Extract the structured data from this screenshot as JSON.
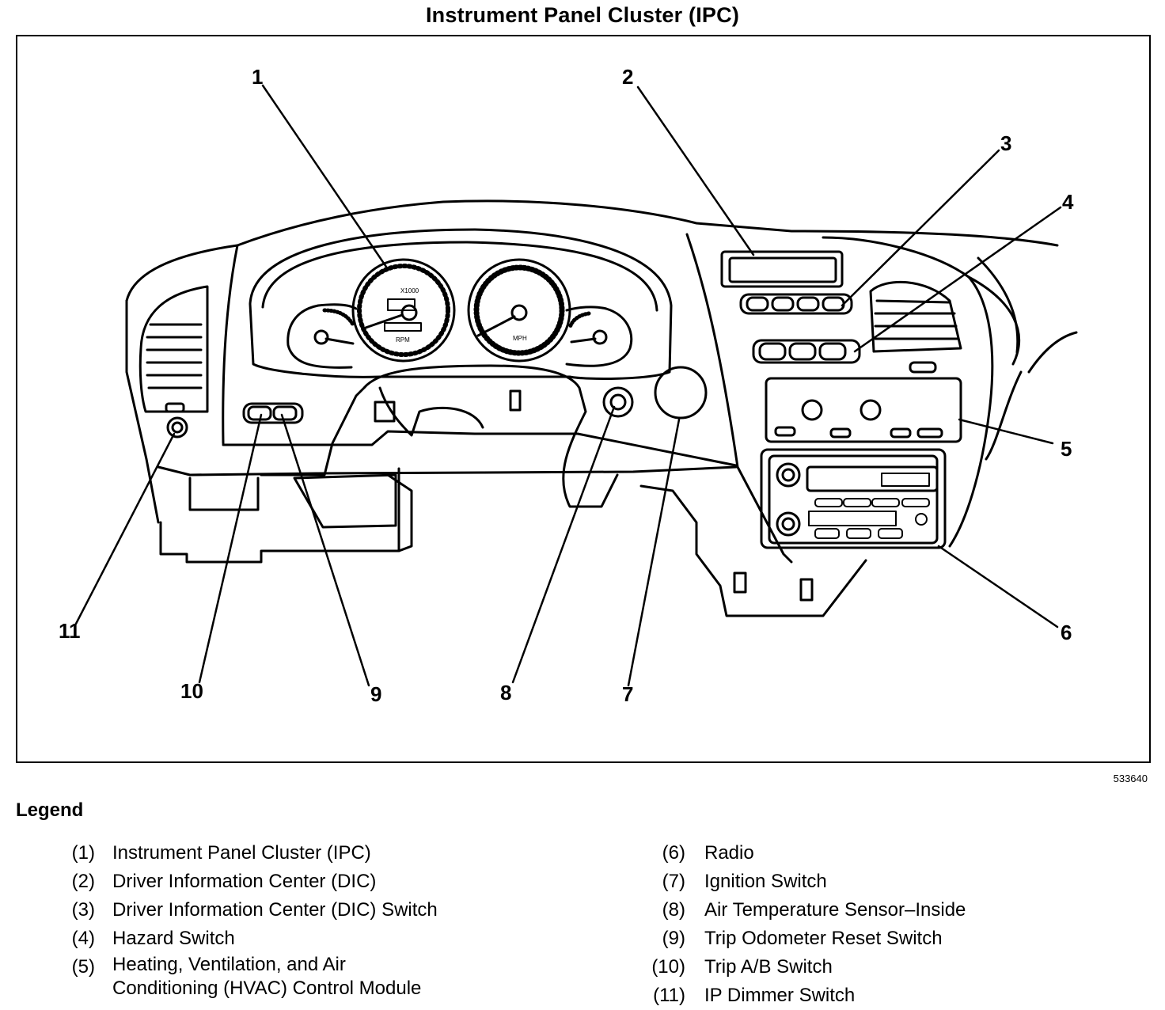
{
  "title": "Instrument Panel Cluster (IPC)",
  "figure_code": "533640",
  "callouts": [
    "1",
    "2",
    "3",
    "4",
    "5",
    "6",
    "7",
    "8",
    "9",
    "10",
    "11"
  ],
  "gauge_text": {
    "tach_scale": "X1000",
    "tach_unit": "RPM",
    "speedo_unit": "MPH"
  },
  "legend": {
    "title": "Legend",
    "left": [
      {
        "num": "(1)",
        "text": "Instrument Panel Cluster (IPC)"
      },
      {
        "num": "(2)",
        "text": "Driver Information Center (DIC)"
      },
      {
        "num": "(3)",
        "text": "Driver Information Center (DIC) Switch"
      },
      {
        "num": "(4)",
        "text": "Hazard Switch"
      },
      {
        "num": "(5)",
        "text": "Heating, Ventilation, and Air\nConditioning (HVAC) Control Module"
      }
    ],
    "right": [
      {
        "num": "(6)",
        "text": "Radio"
      },
      {
        "num": "(7)",
        "text": "Ignition Switch"
      },
      {
        "num": "(8)",
        "text": "Air Temperature Sensor–Inside"
      },
      {
        "num": "(9)",
        "text": "Trip Odometer Reset Switch"
      },
      {
        "num": "(10)",
        "text": "Trip A/B Switch"
      },
      {
        "num": "(11)",
        "text": "IP Dimmer Switch"
      }
    ]
  }
}
